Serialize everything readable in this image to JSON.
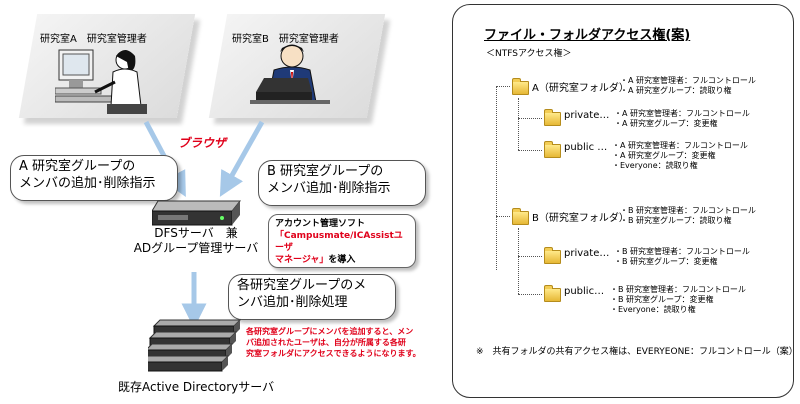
{
  "left": {
    "user_a_label": "研究室A　研究室管理者",
    "user_b_label": "研究室B　研究室管理者",
    "browser_label": "ブラウザ",
    "callout_a": [
      "A 研究室グループの",
      "メンバの追加･削除指示"
    ],
    "callout_b": [
      "B 研究室グループの",
      "メンバ追加･削除指示"
    ],
    "server_label": [
      "DFSサーバ　兼",
      "ADグループ管理サーバ"
    ],
    "software": {
      "title": "アカウント管理ソフト",
      "product": [
        "「Campusmate/ICAssistユーザ",
        "マネージャ」"
      ],
      "suffix": "を導入"
    },
    "callout_process": [
      "各研究室グループのメ",
      "ンバ追加･削除処理"
    ],
    "note": [
      "各研究室グループにメンバを追加すると、メン",
      "バ追加されたユーザは、自分が所属する各研",
      "究室フォルダにアクセスできるようになります。"
    ],
    "ad_label": "既存Active Directoryサーバ",
    "colors": {
      "accent_red": "#e0001a",
      "arrow_blue": "#a6c8e8"
    }
  },
  "right": {
    "title": "ファイル・フォルダアクセス権(案)",
    "subtitle": "＜NTFSアクセス権＞",
    "folders": [
      {
        "label": "A（研究室フォルダ）",
        "perms": [
          "・A 研究室管理者：フルコントロール",
          "・A 研究室グループ：読取り権"
        ]
      },
      {
        "label": "private…",
        "perms": [
          "・A 研究室管理者：フルコントロール",
          "・A 研究室グループ：変更権"
        ]
      },
      {
        "label": "public …",
        "perms": [
          "・A 研究室管理者：フルコントロール",
          "・A 研究室グループ：変更権",
          "・Everyone：読取り権"
        ]
      },
      {
        "label": "B（研究室フォルダ）",
        "perms": [
          "・B 研究室管理者：フルコントロール",
          "・B 研究室グループ：読取り権"
        ]
      },
      {
        "label": "private…",
        "perms": [
          "・B 研究室管理者：フルコントロール",
          "・B 研究室グループ：変更権"
        ]
      },
      {
        "label": "public…",
        "perms": [
          "・B 研究室管理者：フルコントロール",
          "・B 研究室グループ：変更権",
          "・Everyone：読取り権"
        ]
      }
    ],
    "footnote": "※　共有フォルダの共有アクセス権は、EVERYEONE：フルコントロール（案）"
  }
}
